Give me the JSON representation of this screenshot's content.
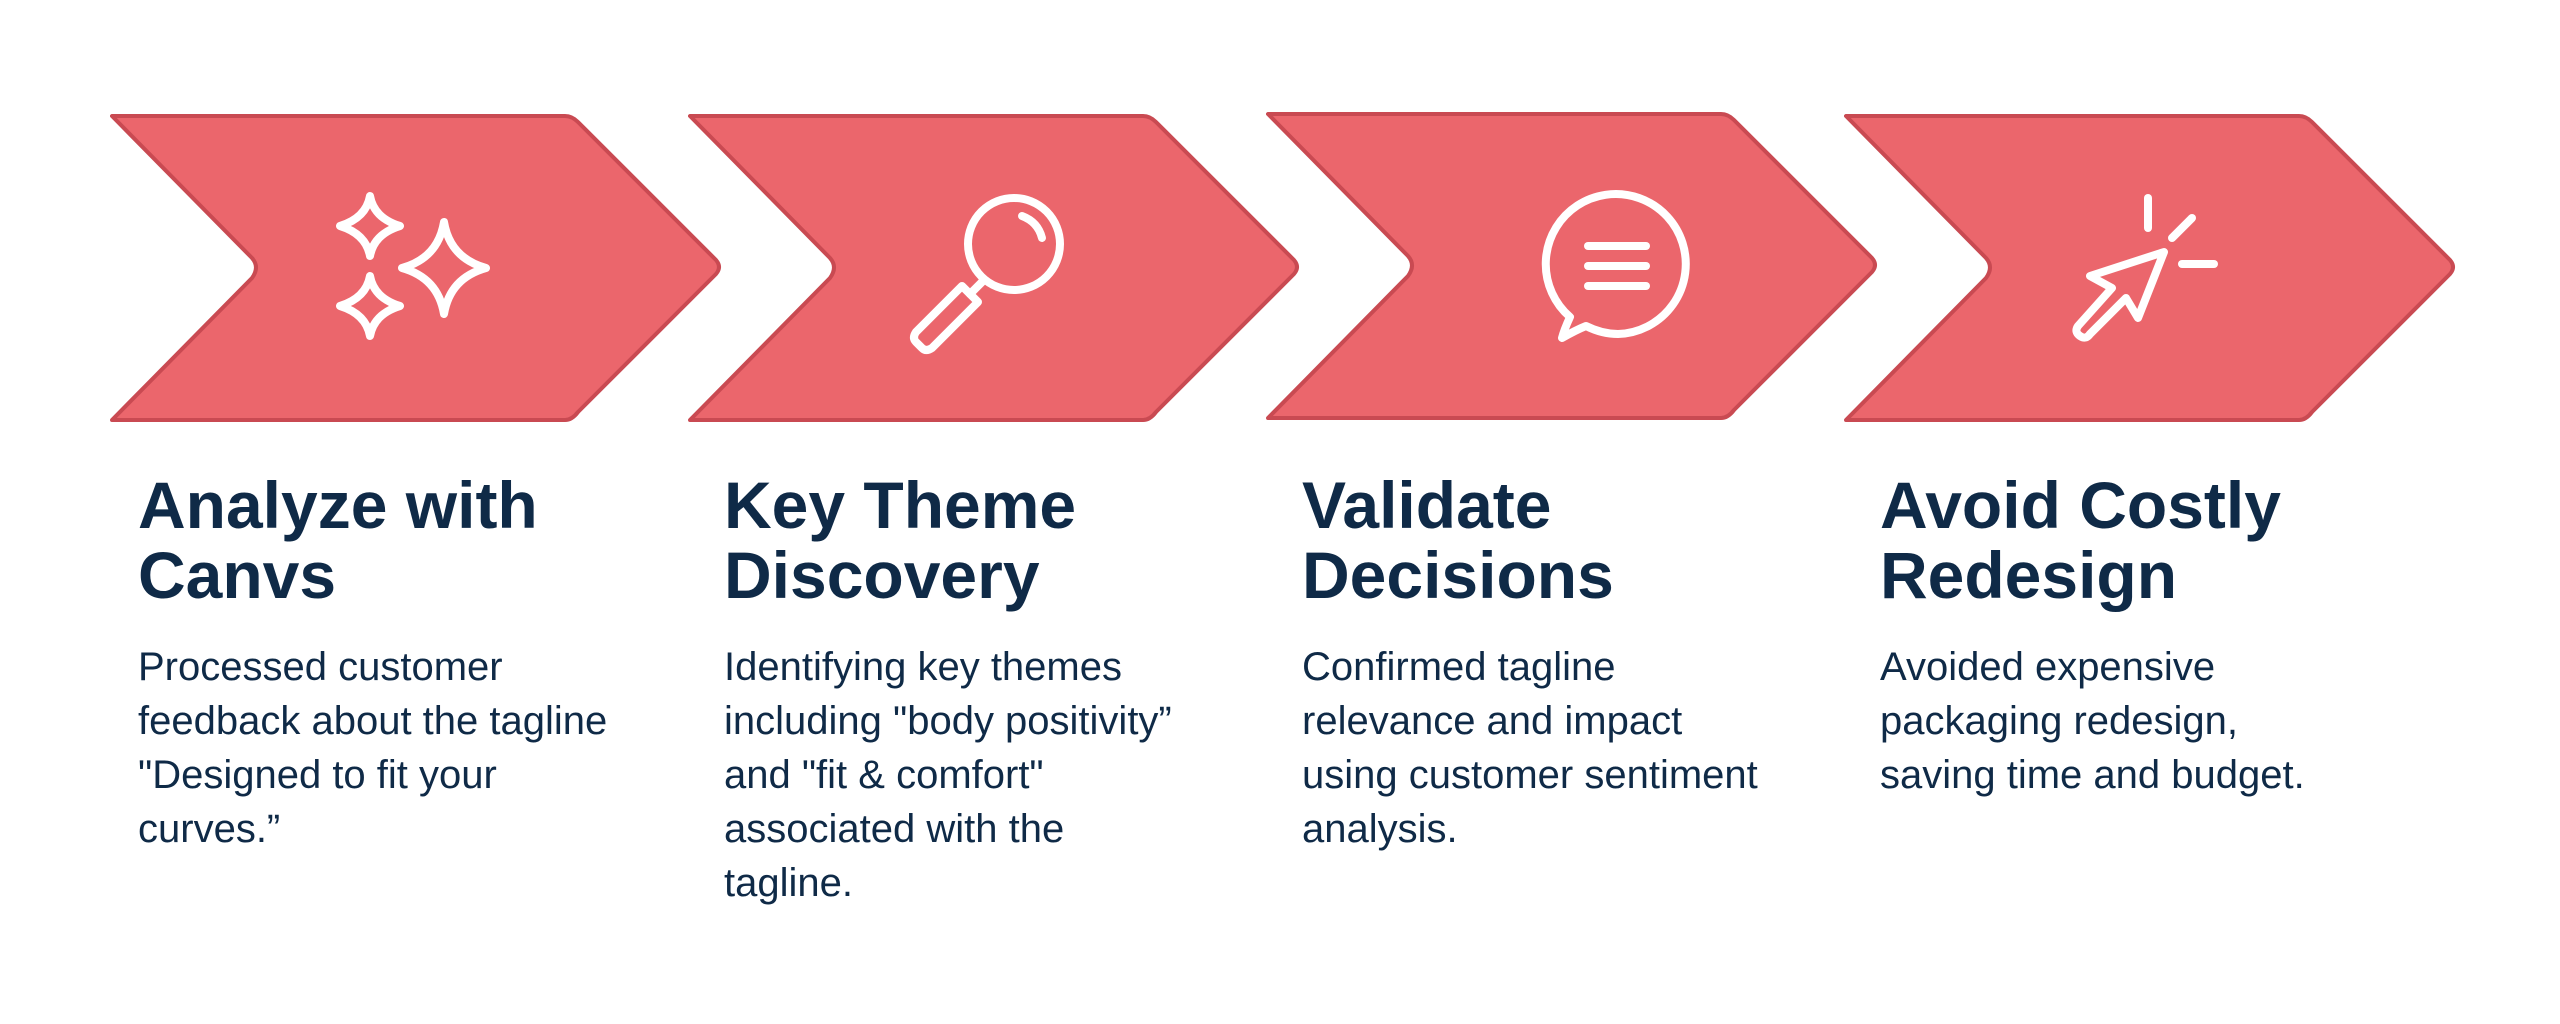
{
  "colors": {
    "chevron_fill": "#eb666c",
    "chevron_stroke": "#c94a52",
    "icon_stroke": "#ffffff",
    "title_text": "#0f2a47",
    "body_text": "#0f2a47"
  },
  "steps": [
    {
      "icon": "sparkles-icon",
      "title": "Analyze with Canvs",
      "description": "Processed customer feedback about the tagline \"Designed to fit your curves.”"
    },
    {
      "icon": "magnifying-glass-icon",
      "title": "Key Theme Discovery",
      "description": "Identifying key themes including \"body positivity” and \"fit & comfort\" associated with the tagline."
    },
    {
      "icon": "chat-bubble-icon",
      "title": "Validate Decisions",
      "description": "Confirmed tagline relevance and impact using customer sentiment analysis."
    },
    {
      "icon": "cursor-click-icon",
      "title": "Avoid Costly Redesign",
      "description": "Avoided expensive packaging redesign, saving time and budget."
    }
  ]
}
